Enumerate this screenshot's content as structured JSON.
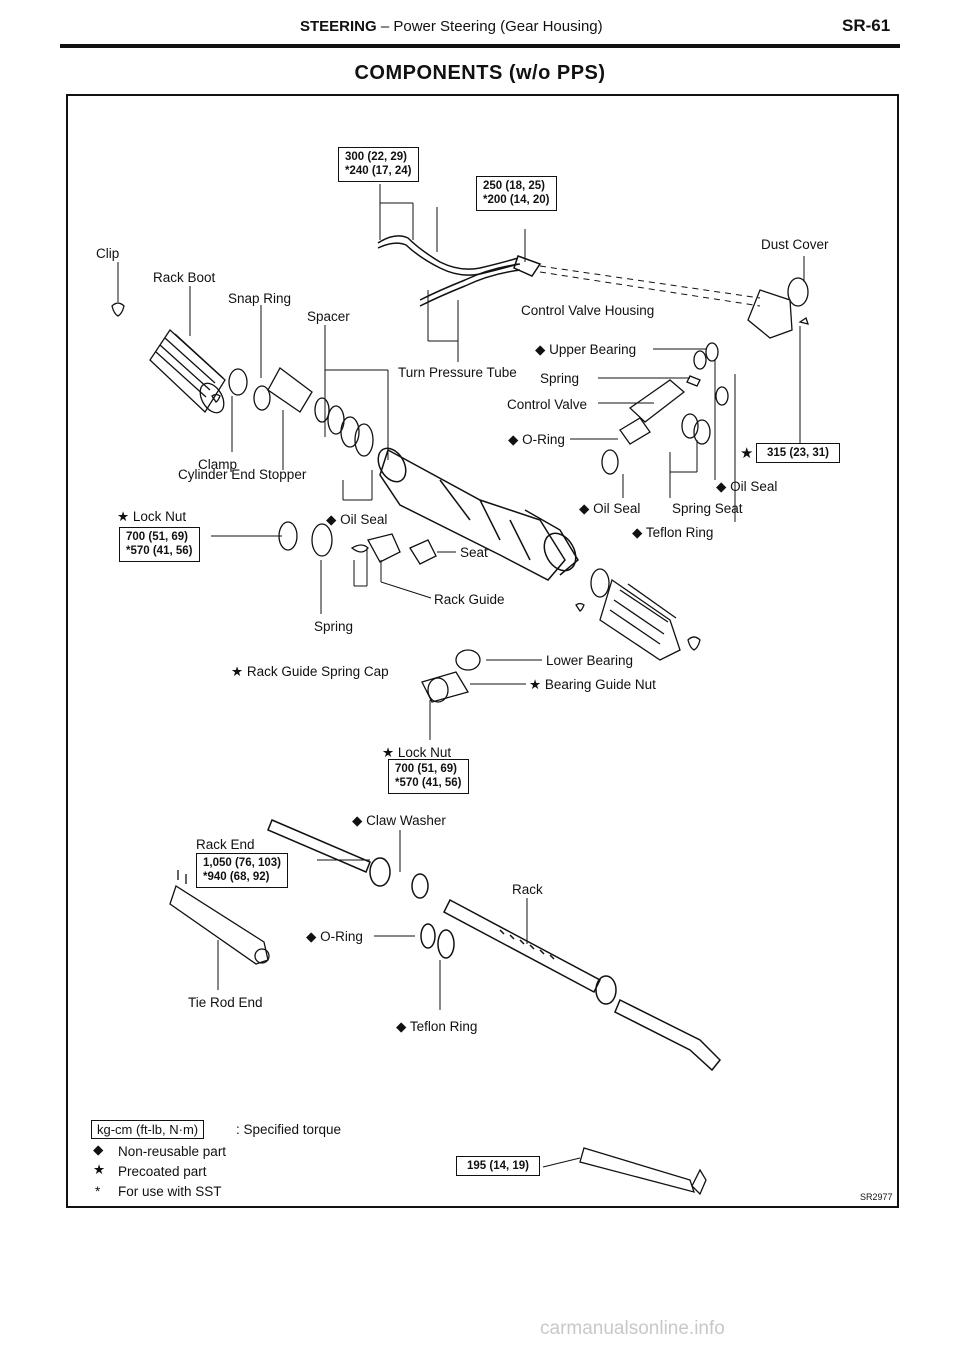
{
  "header": {
    "section": "STEERING",
    "subtitle": "– Power Steering (Gear Housing)",
    "page": "SR-61"
  },
  "title": "COMPONENTS (w/o PPS)",
  "labels": {
    "clip": "Clip",
    "rack_boot": "Rack Boot",
    "snap_ring": "Snap Ring",
    "spacer": "Spacer",
    "clamp": "Clamp",
    "cylinder_end_stopper": "Cylinder End Stopper",
    "turn_pressure_tube": "Turn Pressure Tube",
    "control_valve_housing": "Control Valve Housing",
    "dust_cover": "Dust Cover",
    "upper_bearing": "◆ Upper Bearing",
    "spring_upper": "Spring",
    "control_valve": "Control Valve",
    "o_ring_upper": "◆ O-Ring",
    "oil_seal_right": "◆ Oil Seal",
    "oil_seal_mid": "◆ Oil Seal",
    "spring_seat": "Spring Seat",
    "teflon_ring_upper": "◆ Teflon Ring",
    "lock_nut_left": "★ Lock Nut",
    "oil_seal_left": "◆ Oil Seal",
    "seat": "Seat",
    "rack_guide": "Rack Guide",
    "spring_lower": "Spring",
    "rack_guide_spring_cap": "★ Rack Guide Spring Cap",
    "lower_bearing": "Lower Bearing",
    "bearing_guide_nut": "★ Bearing Guide Nut",
    "lock_nut_center": "★ Lock Nut",
    "claw_washer": "◆ Claw Washer",
    "rack_end": "Rack End",
    "rack": "Rack",
    "o_ring_lower": "◆ O-Ring",
    "tie_rod_end": "Tie Rod End",
    "teflon_ring_lower": "◆ Teflon Ring"
  },
  "torque": {
    "t300": [
      "300 (22, 29)",
      "*240 (17, 24)"
    ],
    "t250": [
      "250 (18, 25)",
      "*200 (14, 20)"
    ],
    "t315": [
      "315 (23, 31)"
    ],
    "t700_left": [
      "700 (51, 69)",
      "*570 (41, 56)"
    ],
    "t700_center": [
      "700 (51, 69)",
      "*570 (41, 56)"
    ],
    "t1050": [
      "1,050 (76, 103)",
      "*940 (68, 92)"
    ],
    "t195": [
      "195 (14, 19)"
    ]
  },
  "star_marker": "★",
  "diamond_marker": "◆",
  "legend": {
    "box": "kg-cm (ft-lb, N·m)",
    "box_desc": ": Specified torque",
    "non_reusable": "Non-reusable part",
    "precoated": "Precoated part",
    "sst": "For use with SST",
    "non_reusable_symbol": "◆",
    "precoated_symbol": "★",
    "sst_symbol": "*"
  },
  "figure_code": "SR2977",
  "watermark": "carmanualsonline.info"
}
